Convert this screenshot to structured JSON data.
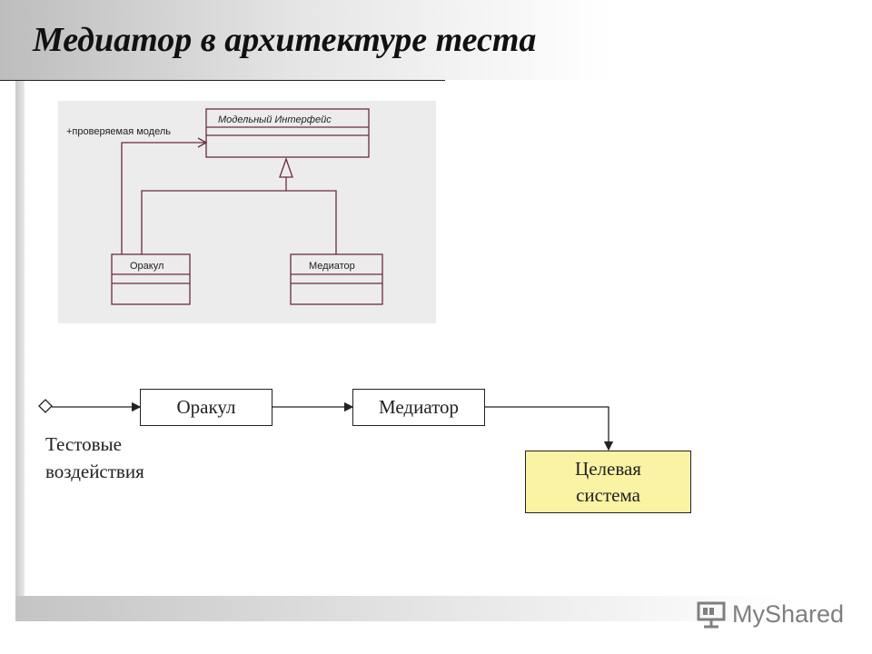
{
  "slide": {
    "title": "Медиатор в архитектуре теста"
  },
  "uml": {
    "interface_name": "Модельный Интерфейс",
    "association_label": "+проверяемая модель",
    "class_oracle": "Оракул",
    "class_mediator": "Медиатор"
  },
  "flow": {
    "oracle": "Оракул",
    "mediator": "Медиатор",
    "target_line1": "Целевая",
    "target_line2": "система",
    "stimulus_line1": "Тестовые",
    "stimulus_line2": "воздействия"
  },
  "watermark": {
    "text": "MyShared",
    "icon": "presentation-board-icon"
  },
  "colors": {
    "uml_stroke": "#6b2a45",
    "target_fill": "#fbf3a4"
  }
}
